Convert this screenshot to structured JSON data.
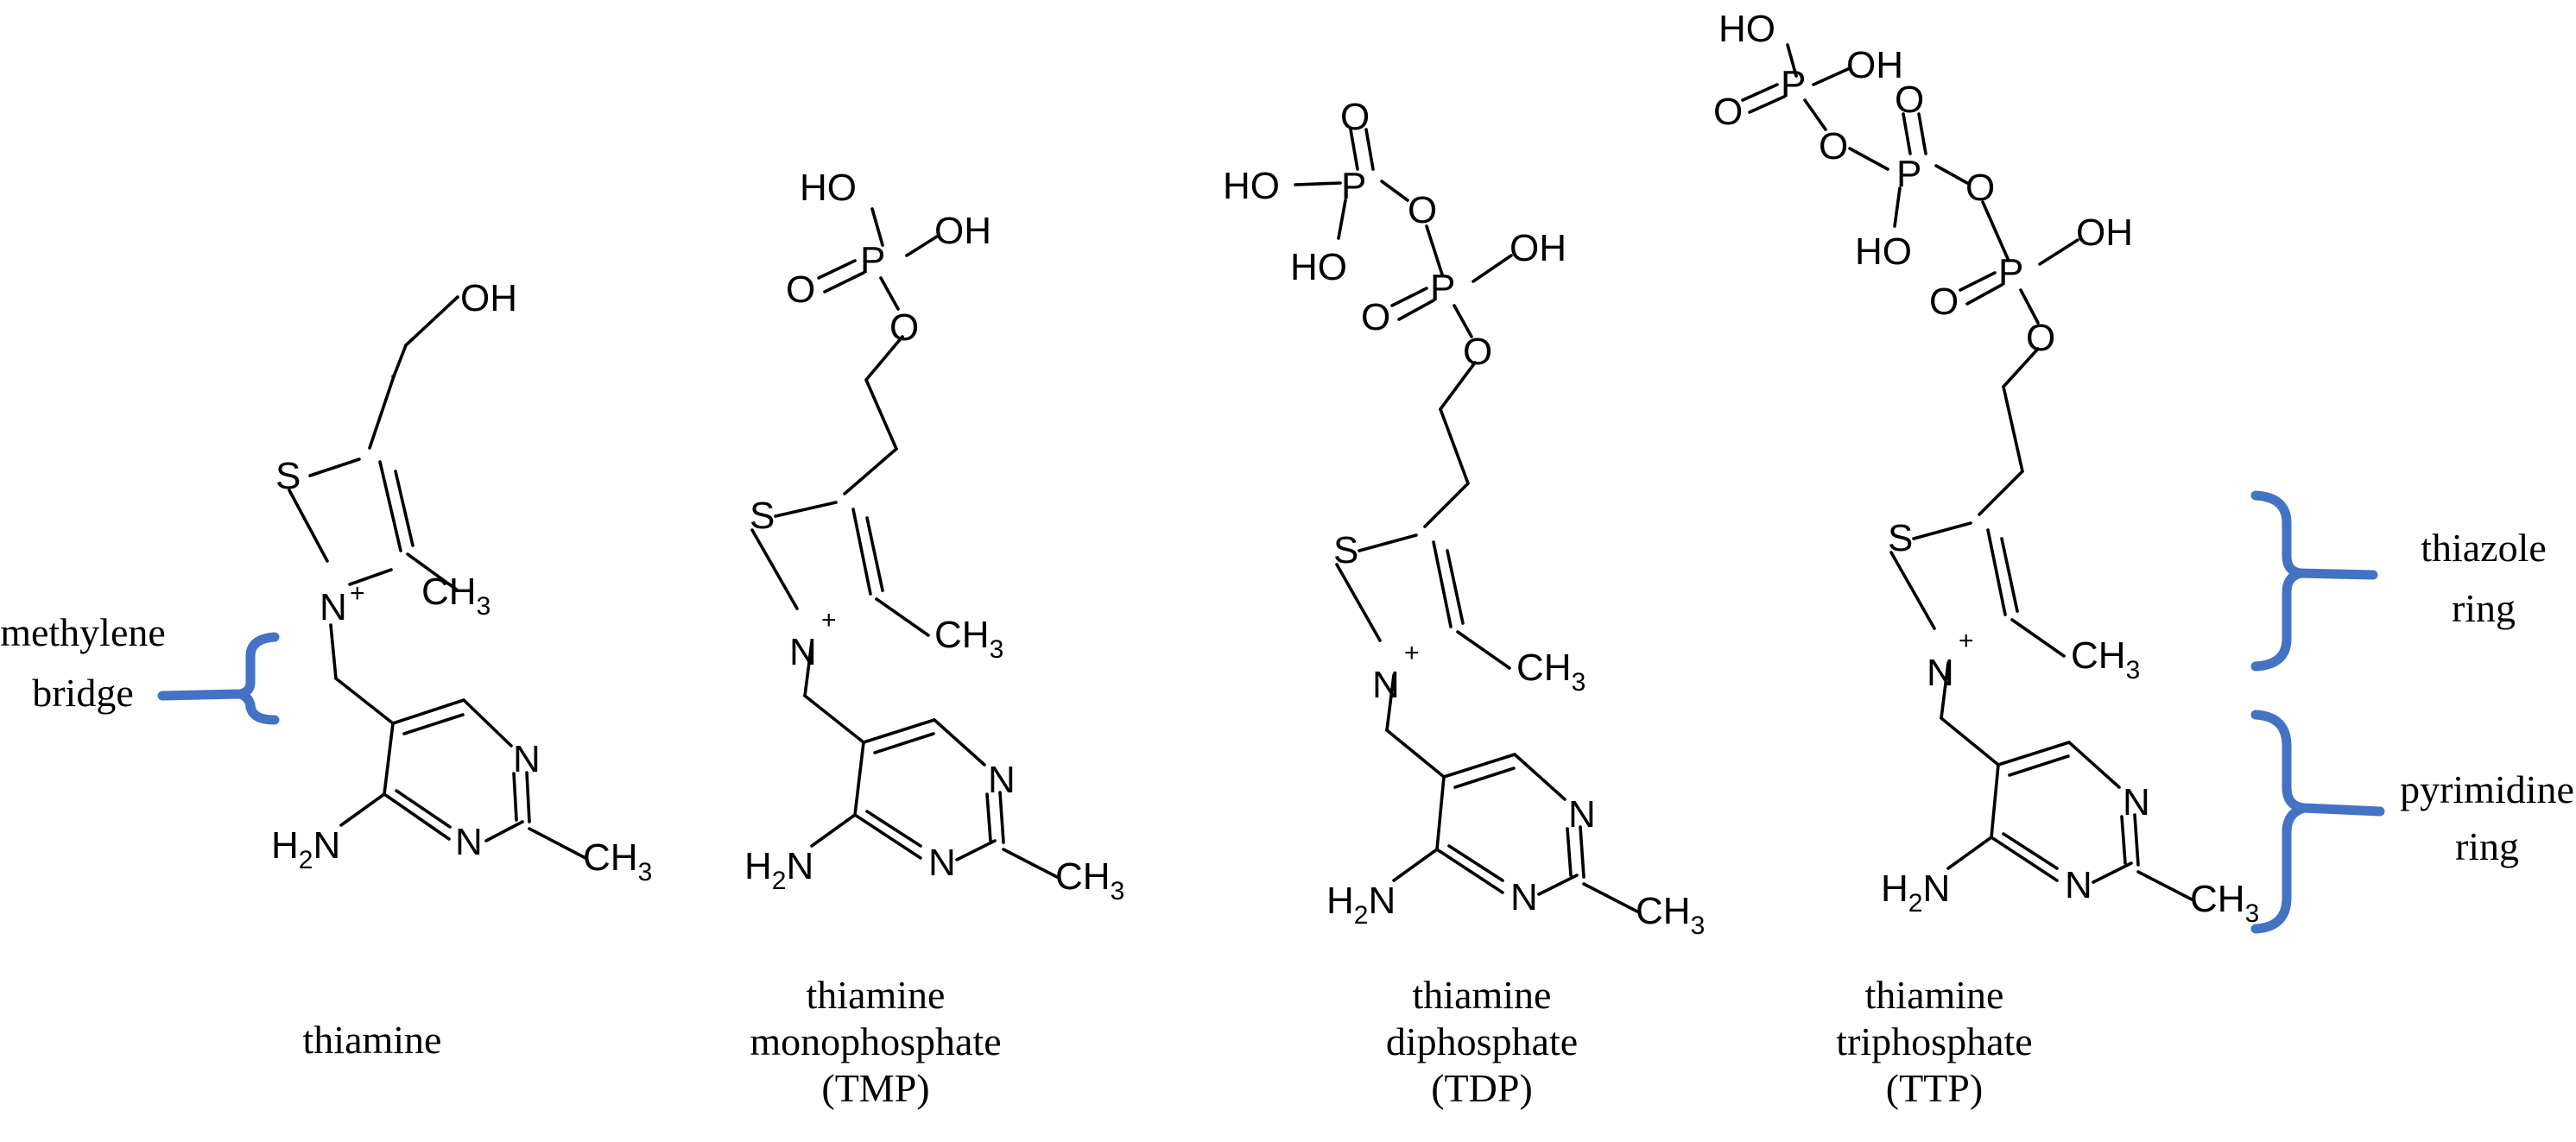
{
  "atoms": {
    "S": "S",
    "N": "N",
    "N_ring": "N",
    "plus": "+",
    "O": "O",
    "P": "P",
    "OH": "OH",
    "HO": "HO",
    "C": "C",
    "H": "H",
    "H_letter": "H",
    "three": "3",
    "two": "2"
  },
  "molecules": [
    {
      "name": "thiamine",
      "caption_lines": [
        "thiamine"
      ]
    },
    {
      "name": "tmp",
      "caption_lines": [
        "thiamine",
        "monophosphate",
        "(TMP)"
      ]
    },
    {
      "name": "tdp",
      "caption_lines": [
        "thiamine",
        "diphosphate",
        "(TDP)"
      ]
    },
    {
      "name": "ttp",
      "caption_lines": [
        "thiamine",
        "triphosphate",
        "(TTP)"
      ]
    }
  ],
  "annotations": {
    "methylene_bridge": [
      "methylene",
      "bridge"
    ],
    "thiazole_ring": [
      "thiazole",
      "ring"
    ],
    "pyrimidine_ring": [
      "pyrimidine",
      "ring"
    ]
  },
  "colors": {
    "bracket": "#4472c4",
    "ink": "#000000",
    "background": "#ffffff"
  }
}
